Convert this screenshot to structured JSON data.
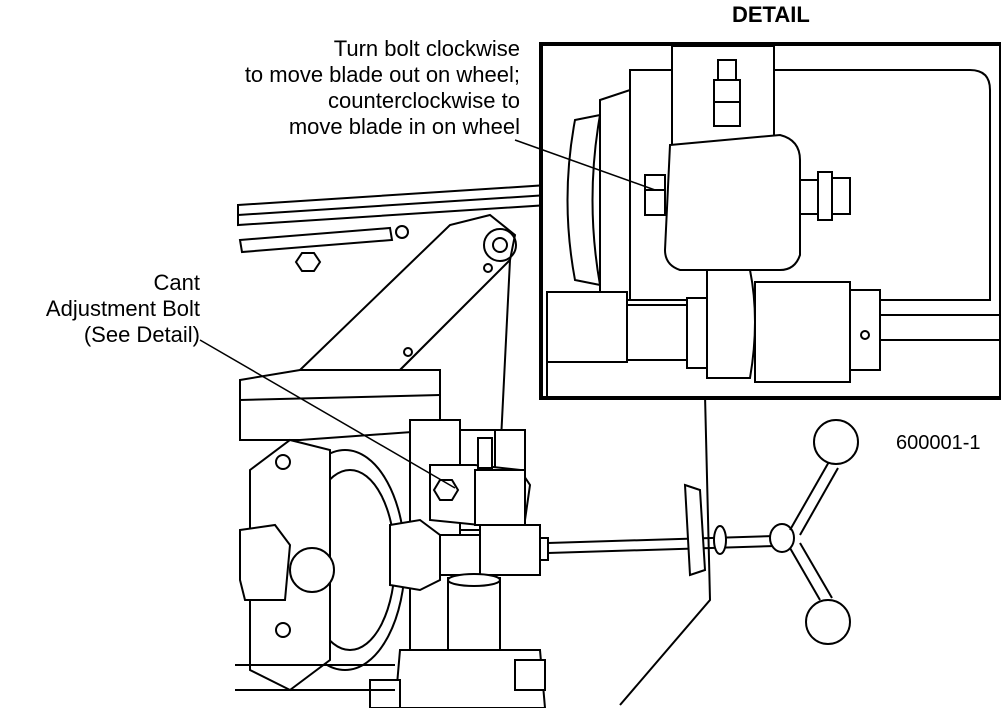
{
  "detail_title": "DETAIL",
  "callout_bolt_direction": [
    "Turn bolt clockwise",
    "to move blade out on wheel;",
    "counterclockwise to",
    "move blade in on wheel"
  ],
  "callout_cant_bolt": [
    "Cant",
    "Adjustment Bolt",
    "(See Detail)"
  ],
  "figure_number": "600001-1",
  "colors": {
    "line": "#000000",
    "background": "#ffffff",
    "fill_light": "#ffffff"
  }
}
